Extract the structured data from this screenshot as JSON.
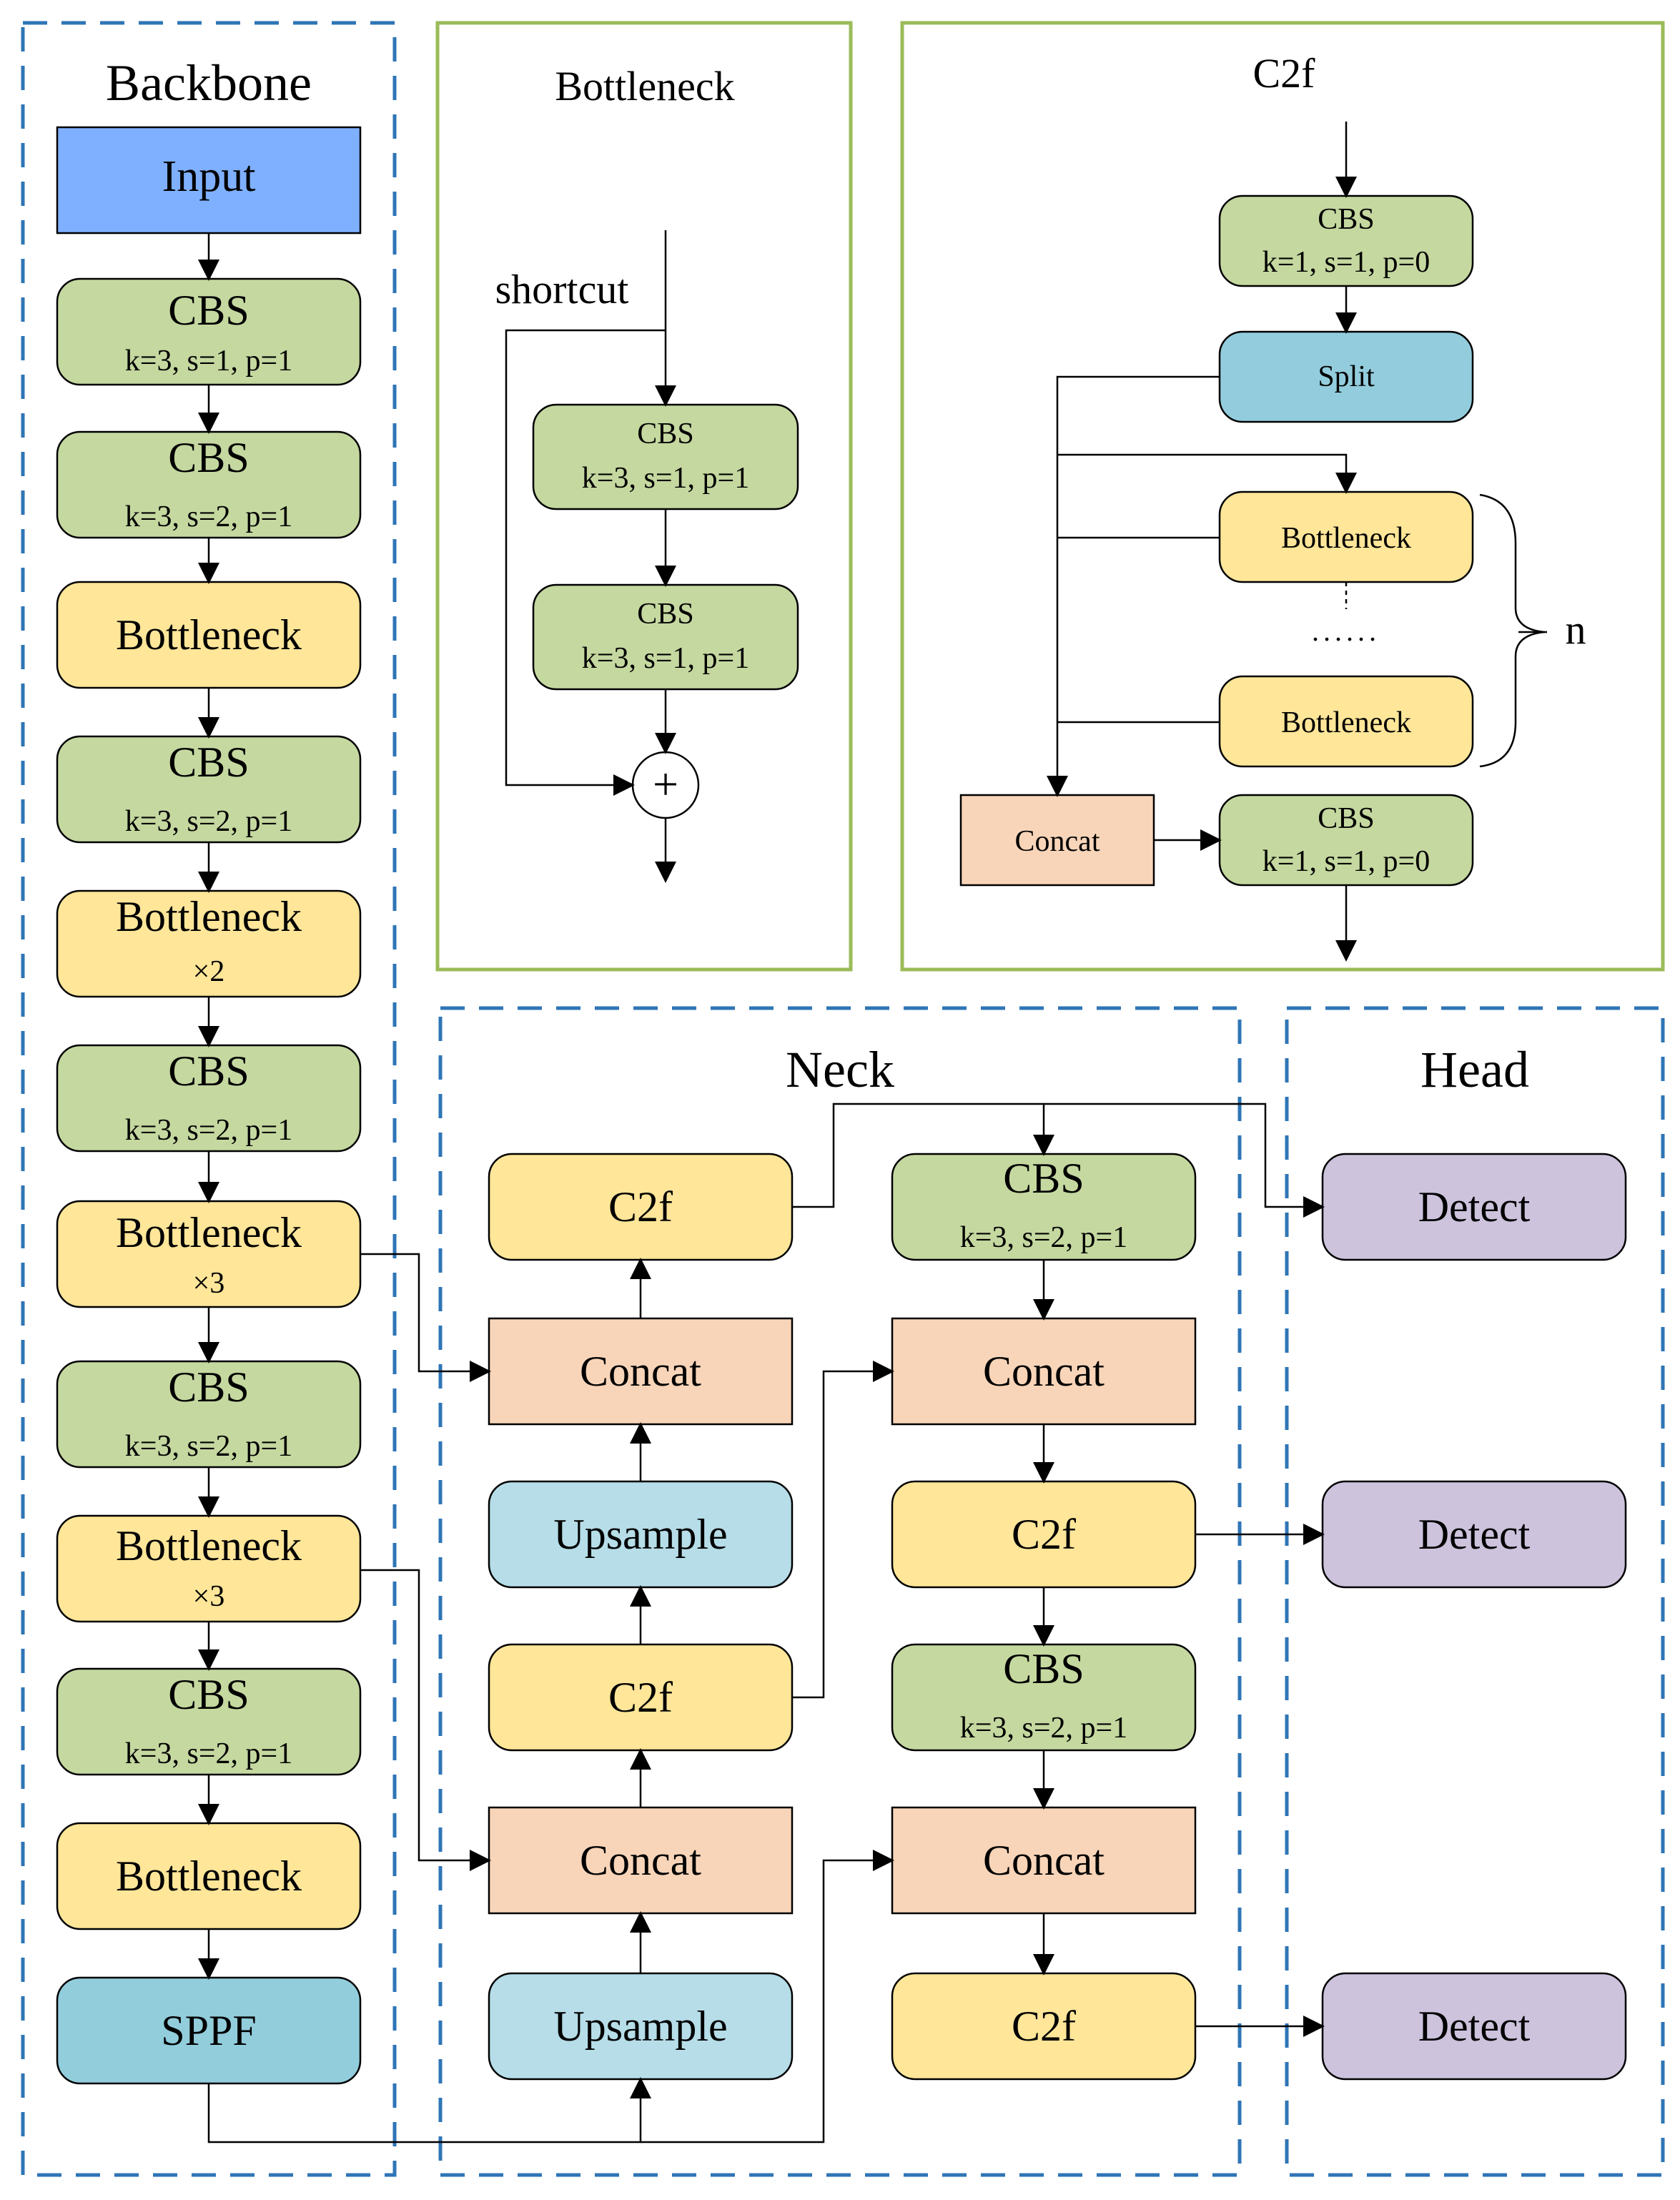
{
  "backbone": {
    "title": "Backbone",
    "input_label": "Input",
    "cbs1": {
      "title": "CBS",
      "params": "k=3, s=1, p=1"
    },
    "cbs2": {
      "title": "CBS",
      "params": "k=3, s=2, p=1"
    },
    "bottleneck1": {
      "title": "Bottleneck"
    },
    "cbs3": {
      "title": "CBS",
      "params": "k=3, s=2, p=1"
    },
    "bottleneck2": {
      "title": "Bottleneck",
      "mult": "×2"
    },
    "cbs4": {
      "title": "CBS",
      "params": "k=3, s=2, p=1"
    },
    "bottleneck3": {
      "title": "Bottleneck",
      "mult": "×3"
    },
    "cbs5": {
      "title": "CBS",
      "params": "k=3, s=2, p=1"
    },
    "bottleneck4": {
      "title": "Bottleneck",
      "mult": "×3"
    },
    "cbs6": {
      "title": "CBS",
      "params": "k=3, s=2, p=1"
    },
    "bottleneck5": {
      "title": "Bottleneck"
    },
    "sppf_label": "SPPF"
  },
  "bottleneck_detail": {
    "title": "Bottleneck",
    "shortcut_label": "shortcut",
    "cbs1": {
      "title": "CBS",
      "params": "k=3, s=1, p=1"
    },
    "cbs2": {
      "title": "CBS",
      "params": "k=3, s=1, p=1"
    },
    "add_symbol": "+"
  },
  "c2f_detail": {
    "title": "C2f",
    "cbs_in": {
      "title": "CBS",
      "params": "k=1, s=1, p=0"
    },
    "split_label": "Split",
    "bottleneck_top": "Bottleneck",
    "dots": "......",
    "bottleneck_bottom": "Bottleneck",
    "n_label": "n",
    "concat_label": "Concat",
    "cbs_out": {
      "title": "CBS",
      "params": "k=1, s=1, p=0"
    }
  },
  "neck": {
    "title": "Neck",
    "left_col": {
      "c2f_top": "C2f",
      "concat_top": "Concat",
      "upsample_top": "Upsample",
      "c2f_mid": "C2f",
      "concat_bottom": "Concat",
      "upsample_bottom": "Upsample"
    },
    "right_col": {
      "cbs_top": {
        "title": "CBS",
        "params": "k=3, s=2, p=1"
      },
      "concat_top": "Concat",
      "c2f_mid": "C2f",
      "cbs_bottom": {
        "title": "CBS",
        "params": "k=3, s=2, p=1"
      },
      "concat_bottom": "Concat",
      "c2f_bottom": "C2f"
    }
  },
  "head": {
    "title": "Head",
    "detect1": "Detect",
    "detect2": "Detect",
    "detect3": "Detect"
  },
  "colors": {
    "input": "#7FB0FF",
    "cbs": "#C5D8A0",
    "bottleneck": "#FFE699",
    "concat": "#F8D5B9",
    "upsample": "#B6DDE8",
    "split": "#93CDDD",
    "sppf": "#92CDDC",
    "detect": "#CDC3DD",
    "dashed_border": "#2E75B6",
    "green_border": "#9BBB59"
  }
}
